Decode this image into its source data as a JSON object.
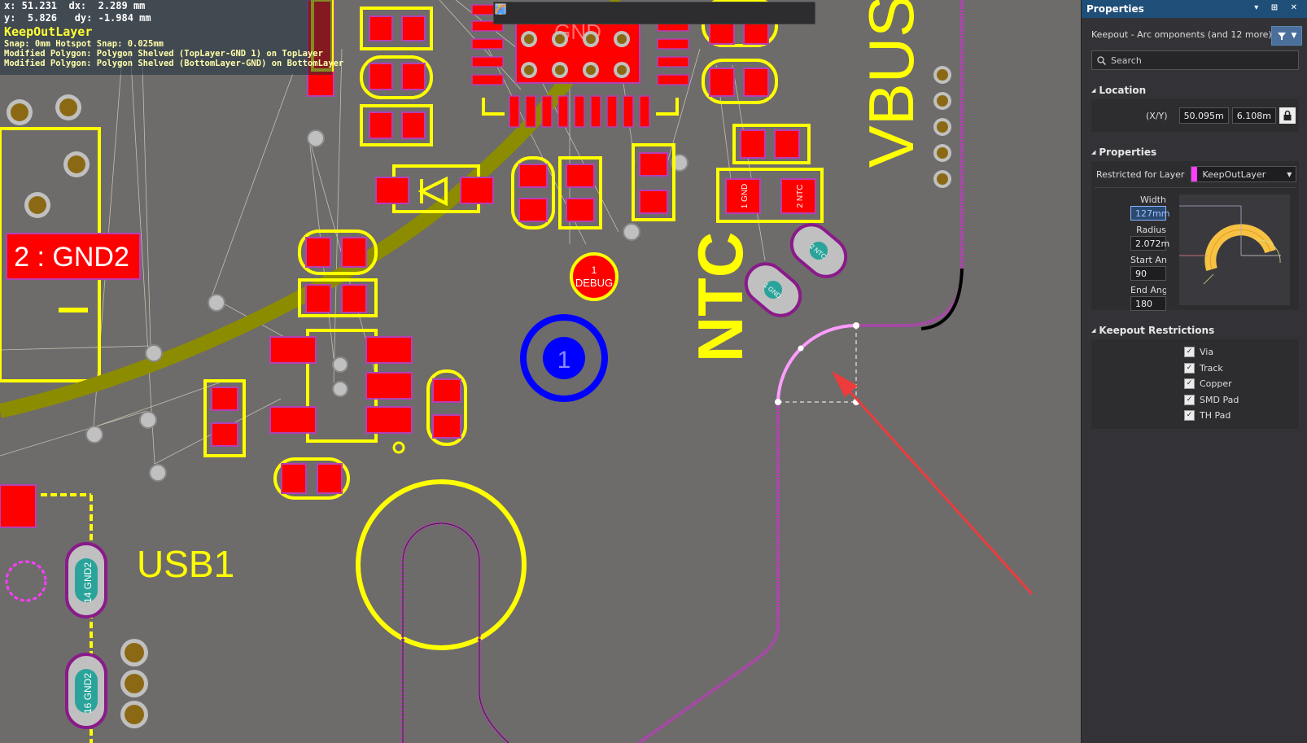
{
  "hud": {
    "line1": "x: 51.231  dx:  2.289 mm",
    "line2": "y:  5.826   dy: -1.984 mm",
    "layer": "KeepOutLayer",
    "snap": "Snap: 0mm Hotspot Snap: 0.025mm",
    "msg1": "Modified Polygon: Polygon Shelved  (TopLayer-GND 1) on TopLayer",
    "msg2": "Modified Polygon: Polygon Shelved  (BottomLayer-GND) on BottomLayer"
  },
  "toolbar": {
    "icons": [
      "filter-icon",
      "route-icon",
      "cross-icon",
      "select-rect-icon",
      "chart-icon",
      "component-icon",
      "interactive-route-icon",
      "length-tune-icon",
      "pin-icon",
      "polygon-icon",
      "track-icon",
      "dimension-icon",
      "text-icon",
      "arc-icon"
    ]
  },
  "board": {
    "labels": {
      "gnd2": "2 : GND2",
      "usb1": "USB1",
      "ntc": "NTC",
      "vbus": "VBUS",
      "debug_num": "1",
      "debug": "DEBUG",
      "gnd_top": "GND",
      "blue_pad": "1",
      "pad1_num": "1",
      "pad1_name": "GND",
      "pad2_num": "2",
      "pad2_name": "NTC",
      "pad14_num": "14",
      "pad14_name": "GND2",
      "pad16_num": "16",
      "pad16_name": "GND2",
      "ntc_pad_a": "2",
      "ntc_pad_a_name": "NTC",
      "ntc_pad_b": "1",
      "ntc_pad_b_name": "GND"
    },
    "colors": {
      "board": "#6e6b6b",
      "silk": "#ffff00",
      "pad": "#ff0000",
      "keepout": "#b441b4",
      "drill": "#8b6914",
      "via": "#c0c0c0",
      "arrow": "#ee3b3b"
    }
  },
  "panel": {
    "title": "Properties",
    "filter_text": "Keepout - Arc   omponents (and 12 more)",
    "search_placeholder": "Search",
    "location": {
      "header": "Location",
      "xy_label": "(X/Y)",
      "x": "50.095m",
      "y": "6.108m"
    },
    "properties": {
      "header": "Properties",
      "restricted_label": "Restricted for Layer",
      "layer": "KeepOutLayer",
      "layer_color": "#ff3cff",
      "width_label": "Width",
      "width": "127mm",
      "radius_label": "Radius",
      "radius": "2.072m",
      "start_label": "Start Ang",
      "start": "90",
      "end_label": "End Ang",
      "end": "180"
    },
    "keepout": {
      "header": "Keepout Restrictions",
      "items": [
        {
          "label": "Via",
          "checked": true
        },
        {
          "label": "Track",
          "checked": true
        },
        {
          "label": "Copper",
          "checked": true
        },
        {
          "label": "SMD Pad",
          "checked": true
        },
        {
          "label": "TH Pad",
          "checked": true
        }
      ]
    }
  }
}
